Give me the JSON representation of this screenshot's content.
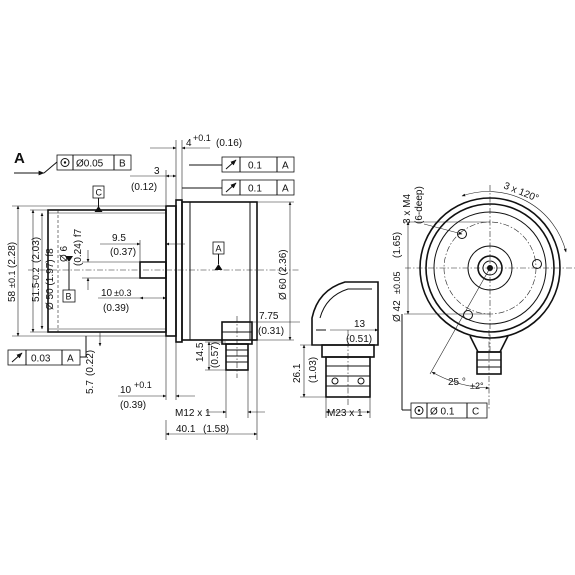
{
  "view_label": "A",
  "datum_labels": {
    "a": "A",
    "b": "B",
    "c": "C"
  },
  "tolerance_frames": [
    {
      "symbol": "position-circle",
      "value": "Ø0.05",
      "datum": "B"
    },
    {
      "symbol": "runout-arrow",
      "value": "0.1",
      "datum": "A"
    },
    {
      "symbol": "runout-arrow",
      "value": "0.1",
      "datum": "A"
    },
    {
      "symbol": "runout-arrow",
      "value": "0.03",
      "datum": "A"
    },
    {
      "symbol": "position-circle",
      "value": "Ø 0.1",
      "datum": "C"
    }
  ],
  "dimensions": {
    "flange_gap": "4",
    "flange_gap_tol": "+0.1",
    "flange_gap_in": "(0.16)",
    "flange_len": "3",
    "flange_len_in": "(0.12)",
    "shaft_len": "9.5",
    "shaft_len_in": "(0.37)",
    "shaft_len2": "10",
    "shaft_len2_tol": "±0.3",
    "shaft_len2_in": "(0.39)",
    "shaft_dia": "Ø 6",
    "shaft_dia_in": "(0.24) f7",
    "spigot_dia": "Ø 50 (1.97) f8",
    "bolt_circle": "51.5",
    "bolt_circle_tol": "-0.2",
    "bolt_circle_in": "(2.03)",
    "outer_dim": "58",
    "outer_dim_tol": "±0.1",
    "outer_dim_in": "(2.28)",
    "spigot_offset": "5.7",
    "spigot_offset_in": "(0.22)",
    "base_len": "10",
    "base_len_tol": "+0.1",
    "base_len_in": "(0.39)",
    "body_dia": "Ø 60 (2.36)",
    "conn_offset": "7.75",
    "conn_offset_in": "(0.31)",
    "conn_height": "14.5",
    "conn_height_in": "(0.57)",
    "m12_thread": "M12 x 1",
    "overall_len": "40.1",
    "overall_len_in": "(1.58)",
    "angled_13": "13",
    "angled_13_in": "(0.51)",
    "angled_26": "26.1",
    "angled_26_in": "(1.03)",
    "m23_thread": "M23 x 1",
    "pcd_42": "Ø 42",
    "pcd_42_tol": "±0.05",
    "pcd_42_in": "(1.65)",
    "holes": "3 x M4",
    "holes_depth": "(6-deep)",
    "holes_angle": "3 x 120°",
    "conn_angle": "25 °",
    "conn_angle_tol": "±2°"
  }
}
